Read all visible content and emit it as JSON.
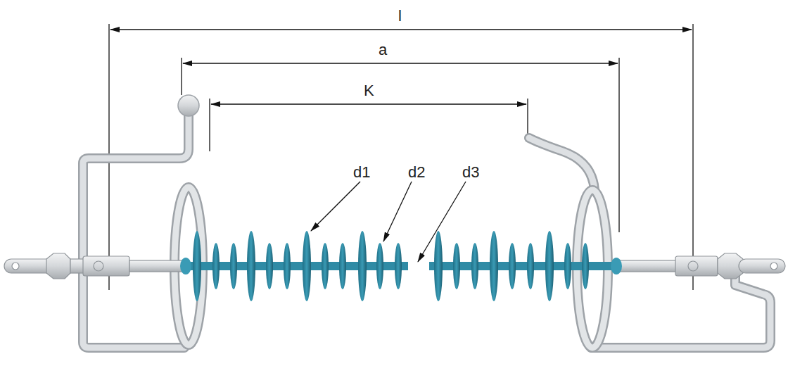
{
  "diagram": {
    "labels": [
      "l",
      "a",
      "K",
      "d1",
      "d2",
      "d3"
    ]
  }
}
